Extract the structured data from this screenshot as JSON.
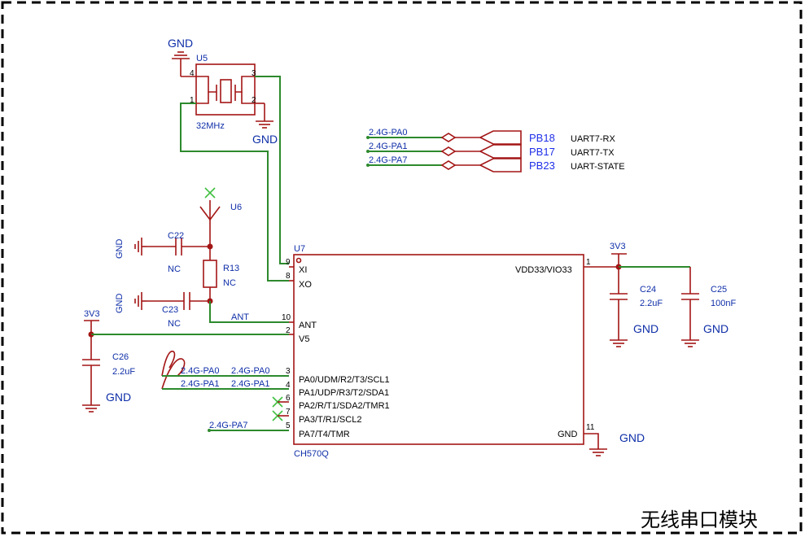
{
  "title": "无线串口模块",
  "colors": {
    "wire": "#2d8a2d",
    "symbol": "#a31515",
    "label_blue": "#0f2fa8",
    "border": "#000000"
  },
  "crystal": {
    "ref": "U5",
    "value": "32MHz",
    "pins": [
      "4",
      "3",
      "1",
      "2"
    ]
  },
  "antenna": {
    "ref": "U6"
  },
  "mcu": {
    "ref": "U7",
    "part": "CH570Q",
    "left_pins": [
      {
        "num": "9",
        "name": "XI"
      },
      {
        "num": "8",
        "name": "XO"
      },
      {
        "num": "10",
        "name": "ANT"
      },
      {
        "num": "2",
        "name": "V5"
      },
      {
        "num": "3",
        "name": "PA0/UDM/R2/T3/SCL1"
      },
      {
        "num": "4",
        "name": "PA1/UDP/R3/T2/SDA1"
      },
      {
        "num": "6",
        "name": "PA2/R/T1/SDA2/TMR1"
      },
      {
        "num": "7",
        "name": "PA3/T/R1/SCL2"
      },
      {
        "num": "5",
        "name": "PA7/T4/TMR"
      }
    ],
    "right_pins": [
      {
        "num": "1",
        "name": "VDD33/VIO33"
      },
      {
        "num": "11",
        "name": "GND"
      }
    ]
  },
  "passives": {
    "c22": {
      "ref": "C22",
      "value": "NC"
    },
    "c23": {
      "ref": "C23",
      "value": "NC"
    },
    "r13": {
      "ref": "R13",
      "value": "NC"
    },
    "c24": {
      "ref": "C24",
      "value": "2.2uF"
    },
    "c25": {
      "ref": "C25",
      "value": "100nF"
    },
    "c26": {
      "ref": "C26",
      "value": "2.2uF"
    }
  },
  "nets": {
    "gnd": "GND",
    "v33": "3V3",
    "ant": "ANT",
    "pa0": "2.4G-PA0",
    "pa1": "2.4G-PA1",
    "pa7": "2.4G-PA7"
  },
  "ports": [
    {
      "net": "2.4G-PA0",
      "port": "PB18",
      "signal": "UART7-RX"
    },
    {
      "net": "2.4G-PA1",
      "port": "PB17",
      "signal": "UART7-TX"
    },
    {
      "net": "2.4G-PA7",
      "port": "PB23",
      "signal": "UART-STATE"
    }
  ]
}
